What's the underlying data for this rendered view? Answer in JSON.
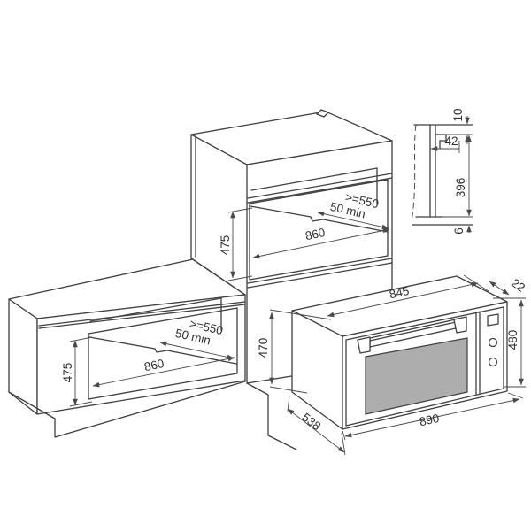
{
  "colors": {
    "background": "#ffffff",
    "line": "#3f3f3f",
    "dimension_line": "#4a4a4a",
    "text": "#303030",
    "door_glass": "#adadad"
  },
  "tall_cabinet_niche": {
    "height": "475",
    "width": "860",
    "min_depth": ">=550",
    "rear_gap": "50 min"
  },
  "base_cabinet_niche": {
    "height": "475",
    "width": "860",
    "min_depth": ">=550",
    "rear_gap": "50 min"
  },
  "side_section": {
    "top_clearance": "10",
    "bracket_depth": "42",
    "rear_panel_height": "396",
    "bottom_clearance": "6"
  },
  "oven": {
    "body_width": "845",
    "fascia_gap": "22",
    "fascia_height": "480",
    "body_height": "470",
    "body_depth": "538",
    "fascia_width": "890"
  }
}
